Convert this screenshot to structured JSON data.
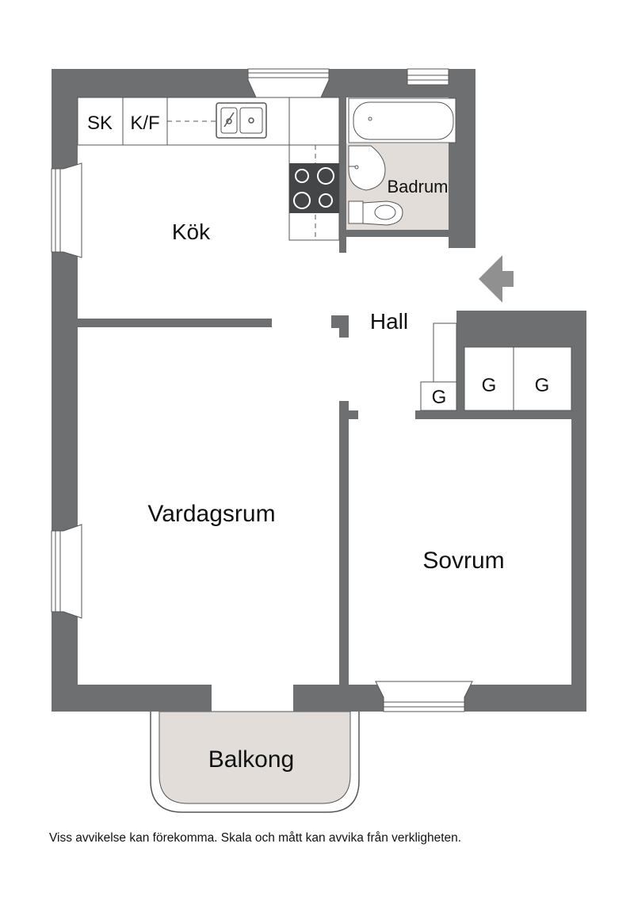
{
  "rooms": {
    "kitchen": "Kök",
    "hall": "Hall",
    "bathroom": "Badrum",
    "living_room": "Vardagsrum",
    "bedroom": "Sovrum",
    "balcony": "Balkong"
  },
  "fixtures": {
    "sk": "SK",
    "kf": "K/F",
    "wardrobe_hall": "G",
    "wardrobe_bed_1": "G",
    "wardrobe_bed_2": "G"
  },
  "disclaimer": "Viss avvikelse kan förekomma. Skala och mått kan avvika från verkligheten.",
  "colors": {
    "wall": "#6e6f71",
    "floor": "#ffffff",
    "wet_room_floor": "#e2ddd8",
    "balcony_floor": "#e2ddd8",
    "entrance_arrow": "#909090"
  },
  "icons": [
    "entrance-arrow-icon",
    "sink-icon",
    "stove-icon",
    "bathtub-icon",
    "washbasin-icon",
    "toilet-icon",
    "window-icon"
  ]
}
